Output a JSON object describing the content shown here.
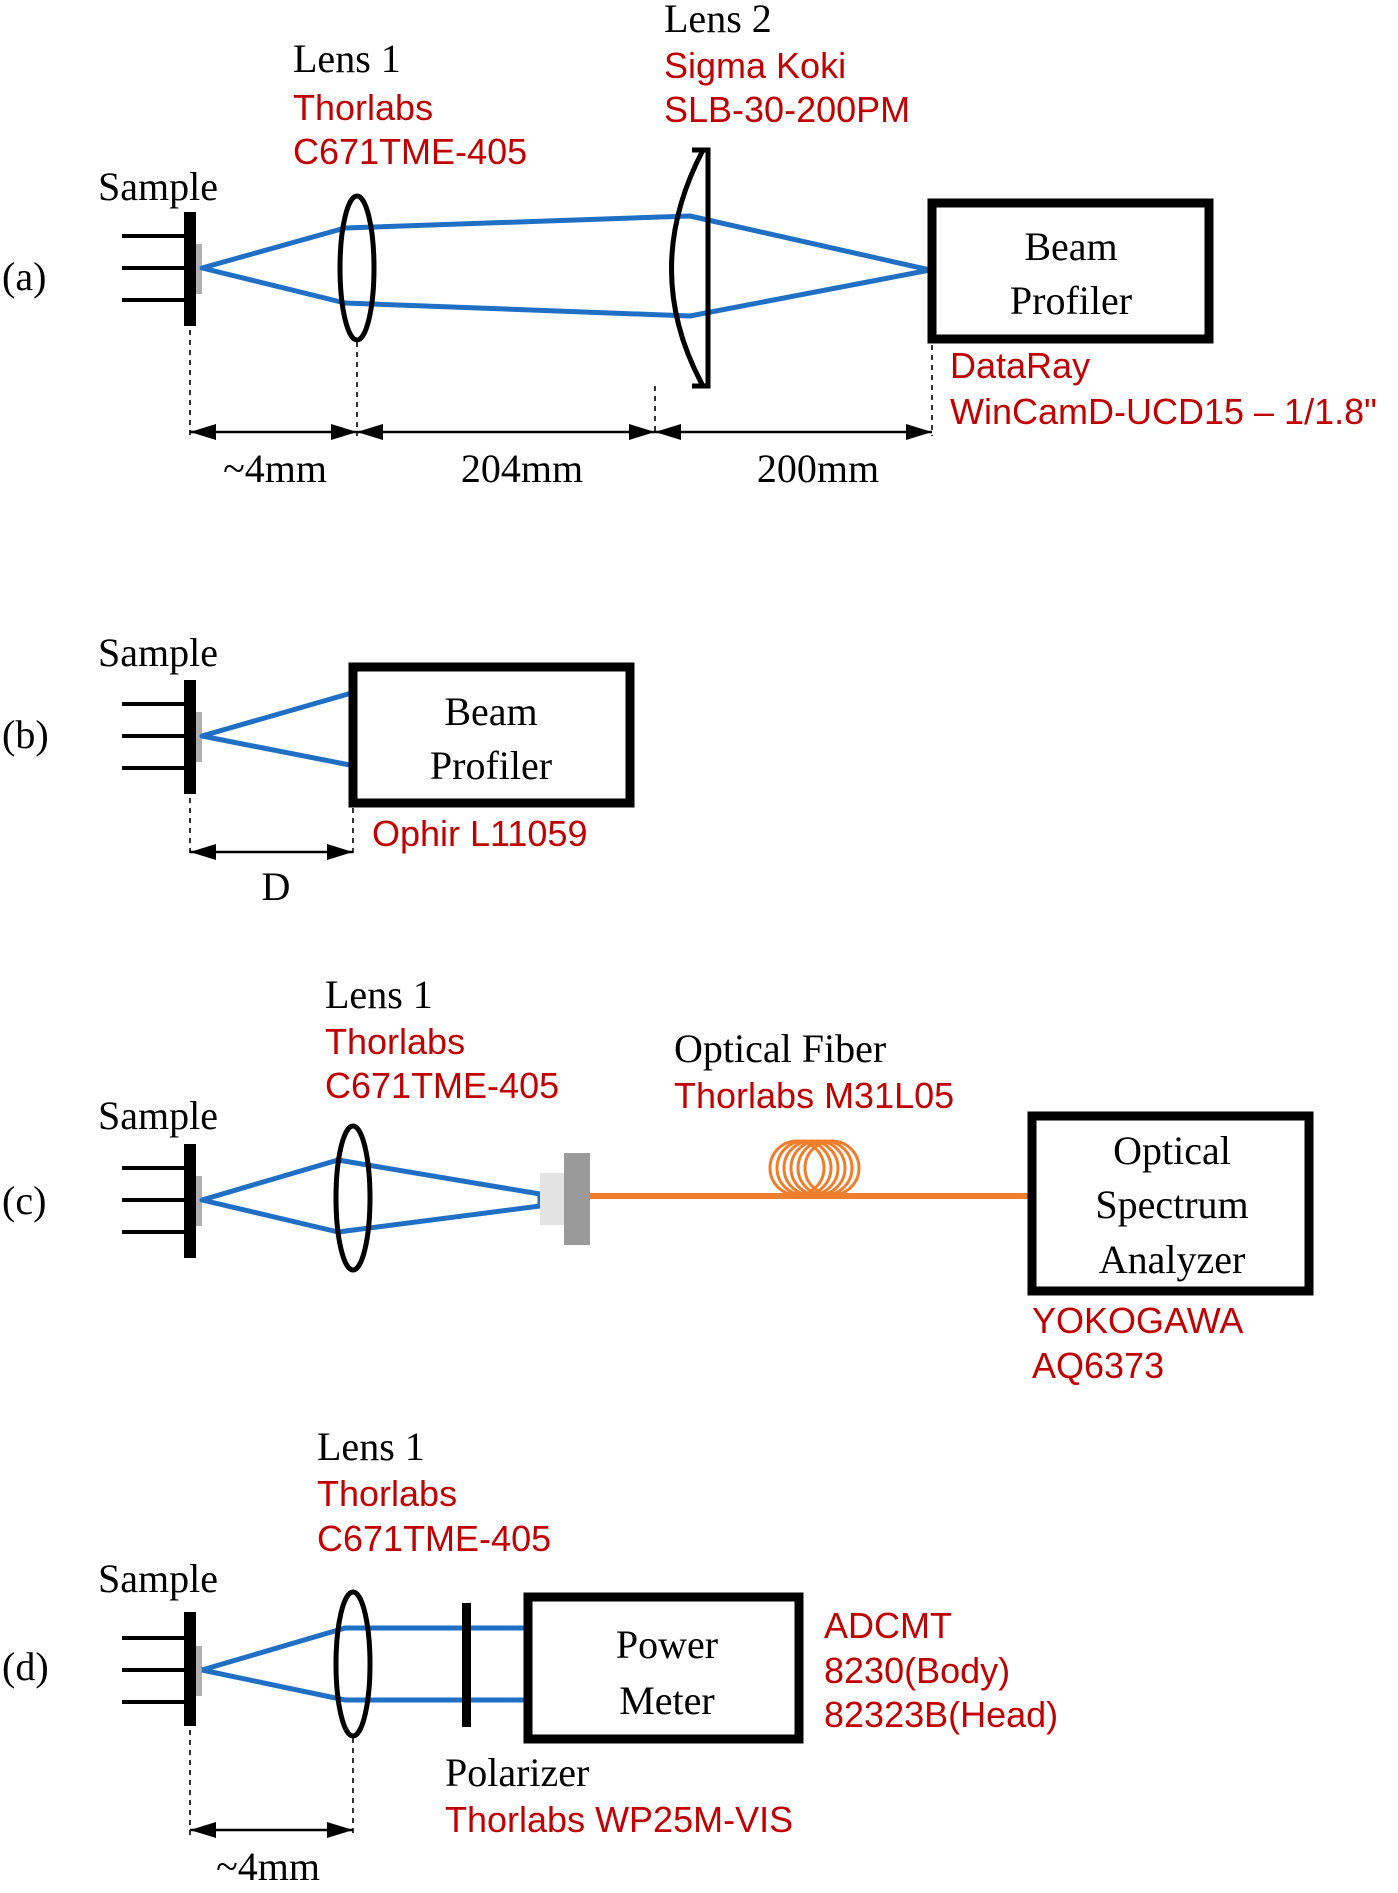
{
  "panels": {
    "a": {
      "tag": "(a)",
      "sample": "Sample",
      "lens1": {
        "name": "Lens 1",
        "vendor": "Thorlabs",
        "model": "C671TME-405"
      },
      "lens2": {
        "name": "Lens 2",
        "vendor": "Sigma Koki",
        "model": "SLB-30-200PM"
      },
      "detector": {
        "line1": "Beam",
        "line2": "Profiler",
        "vendor": "DataRay",
        "model": "WinCamD-UCD15 – 1/1.8\""
      },
      "dims": [
        "~4mm",
        "204mm",
        "200mm"
      ]
    },
    "b": {
      "tag": "(b)",
      "sample": "Sample",
      "detector": {
        "line1": "Beam",
        "line2": "Profiler",
        "model": "Ophir L11059"
      },
      "dims": [
        "D"
      ]
    },
    "c": {
      "tag": "(c)",
      "sample": "Sample",
      "lens1": {
        "name": "Lens 1",
        "vendor": "Thorlabs",
        "model": "C671TME-405"
      },
      "fiber": {
        "name": "Optical Fiber",
        "model": "Thorlabs M31L05"
      },
      "detector": {
        "line1": "Optical",
        "line2": "Spectrum",
        "line3": "Analyzer",
        "vendor": "YOKOGAWA",
        "model": "AQ6373"
      }
    },
    "d": {
      "tag": "(d)",
      "sample": "Sample",
      "lens1": {
        "name": "Lens 1",
        "vendor": "Thorlabs",
        "model": "C671TME-405"
      },
      "polarizer": {
        "name": "Polarizer",
        "model": "Thorlabs WP25M-VIS"
      },
      "detector": {
        "line1": "Power",
        "line2": "Meter",
        "vendor": "ADCMT",
        "body": "8230(Body)",
        "head": "82323B(Head)"
      },
      "dims": [
        "~4mm"
      ]
    }
  },
  "colors": {
    "beam": "#1f6fc5",
    "fiber": "#ee7d2c",
    "vendor_text": "#c00000",
    "emitter": "#b0b0b0"
  }
}
